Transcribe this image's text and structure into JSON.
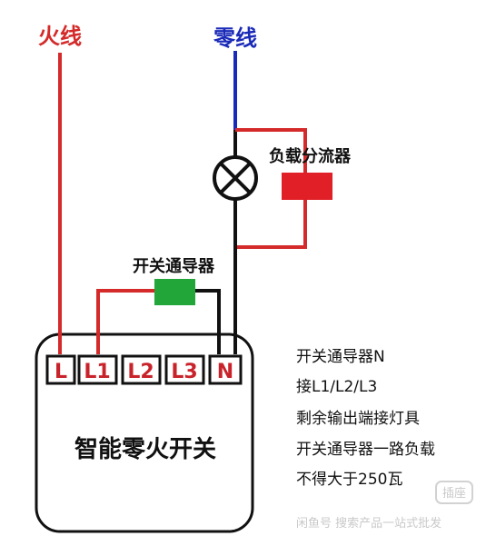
{
  "labels": {
    "hot_wire": "火线",
    "neutral_wire": "零线",
    "shunt": "负载分流器",
    "guide": "开关通导器",
    "switch": "智能零火开关"
  },
  "terminals": [
    {
      "label": "L"
    },
    {
      "label": "L1"
    },
    {
      "label": "L2"
    },
    {
      "label": "L3"
    },
    {
      "label": "N"
    }
  ],
  "notes": [
    "开关通导器N",
    "接L1/L2/L3",
    "剩余输出端接灯具",
    "开关通导器一路负载",
    "不得大于250瓦"
  ],
  "watermark": {
    "badge": "插座",
    "text": "闲鱼号   搜索产品一站式批发"
  },
  "colors": {
    "hot": "#d42a2a",
    "neutral": "#1a2ab8",
    "shunt": "#e01f26",
    "guide": "#22a63a",
    "black": "#111111"
  }
}
